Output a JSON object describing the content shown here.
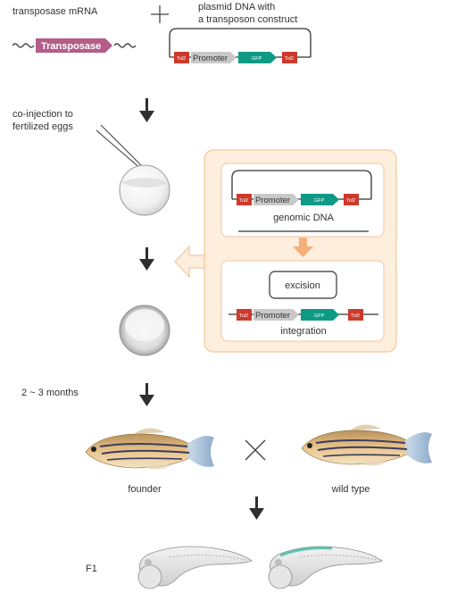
{
  "labels": {
    "transposase_mrna": "transposase mRNA",
    "plasmid_line1": "plasmid DNA with",
    "plasmid_line2": "a transposon construct",
    "transposase_tag": "Transposase",
    "promoter": "Promoter",
    "tol2": "Tol2",
    "gfp": "GFP",
    "coinjection_line1": "co-injection to",
    "coinjection_line2": "fertilized eggs",
    "genomic_dna": "genomic DNA",
    "excision": "excision",
    "integration": "integration",
    "time": "2 ~ 3 months",
    "founder": "founder",
    "wild_type": "wild type",
    "f1": "F1"
  },
  "colors": {
    "tol2_red": "#cc3a2b",
    "promoter_gray": "#c9c9c9",
    "gfp_teal": "#0f9a86",
    "transposase_pink": "#b45d88",
    "panel_fill": "#fdeedd",
    "panel_stroke": "#f3c79c",
    "orange_arrow": "#f4b078",
    "arrow_dark": "#2f2f2f"
  }
}
